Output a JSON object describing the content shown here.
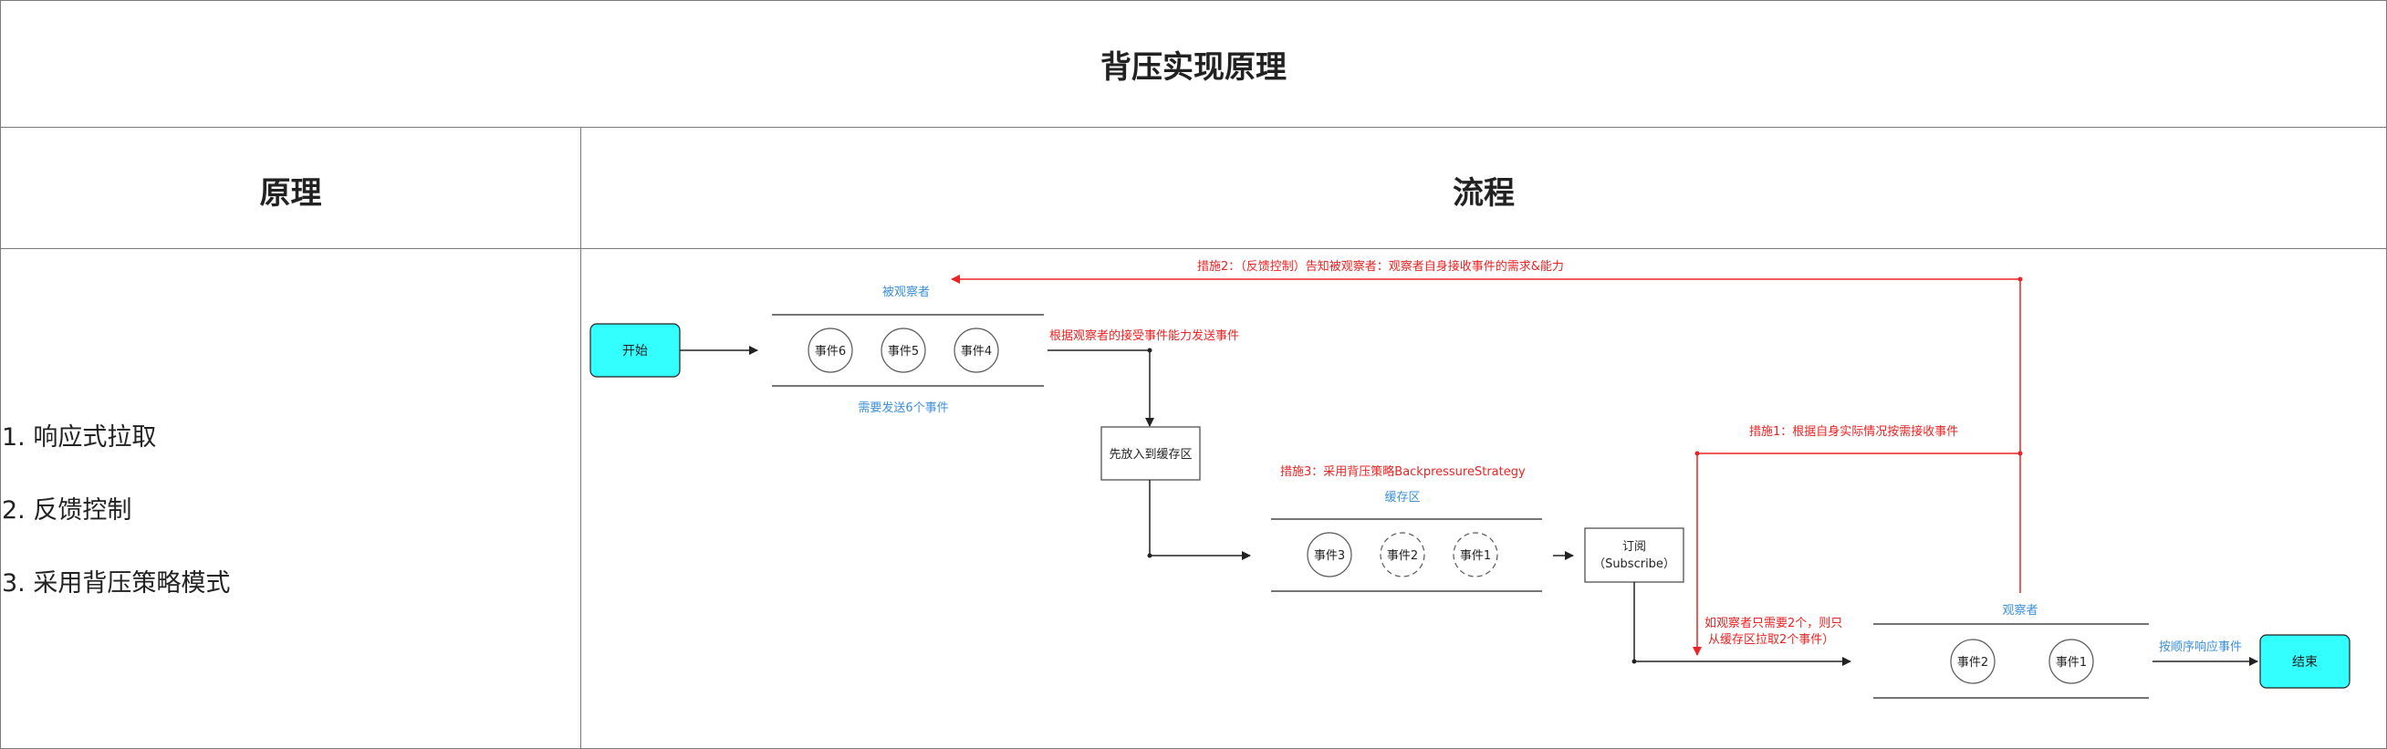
{
  "header": {
    "title": "背压实现原理"
  },
  "columns": {
    "left_title": "原理",
    "right_title": "流程"
  },
  "principles": [
    "1. 响应式拉取",
    "2. 反馈控制",
    "3. 采用背压策略模式"
  ],
  "flow": {
    "start_label": "开始",
    "end_label": "结束",
    "observable_label": "被观察者",
    "observable_events": [
      "事件6",
      "事件5",
      "事件4"
    ],
    "observable_note": "需要发送6个事件",
    "send_note": "根据观察者的接受事件能力发送事件",
    "cache_step": "先放入到缓存区",
    "measure3": "措施3：采用背压策略BackpressureStrategy",
    "buffer_label": "缓存区",
    "buffer_events": [
      "事件3",
      "事件2",
      "事件1"
    ],
    "subscribe_line1": "订阅",
    "subscribe_line2": "（Subscribe）",
    "measure2": "措施2：（反馈控制）告知被观察者：观察者自身接收事件的需求&能力",
    "measure1": "措施1：根据自身实际情况按需接收事件",
    "pull_note_line1": "如观察者只需要2个，则只",
    "pull_note_line2": "从缓存区拉取2个事件）",
    "observer_label": "观察者",
    "observer_events": [
      "事件2",
      "事件1"
    ],
    "respond_note": "按顺序响应事件"
  },
  "colors": {
    "accent_blue": "#3b8fd9",
    "accent_red": "#ee2222",
    "terminal_fill": "#33ffff",
    "line": "#222222"
  }
}
